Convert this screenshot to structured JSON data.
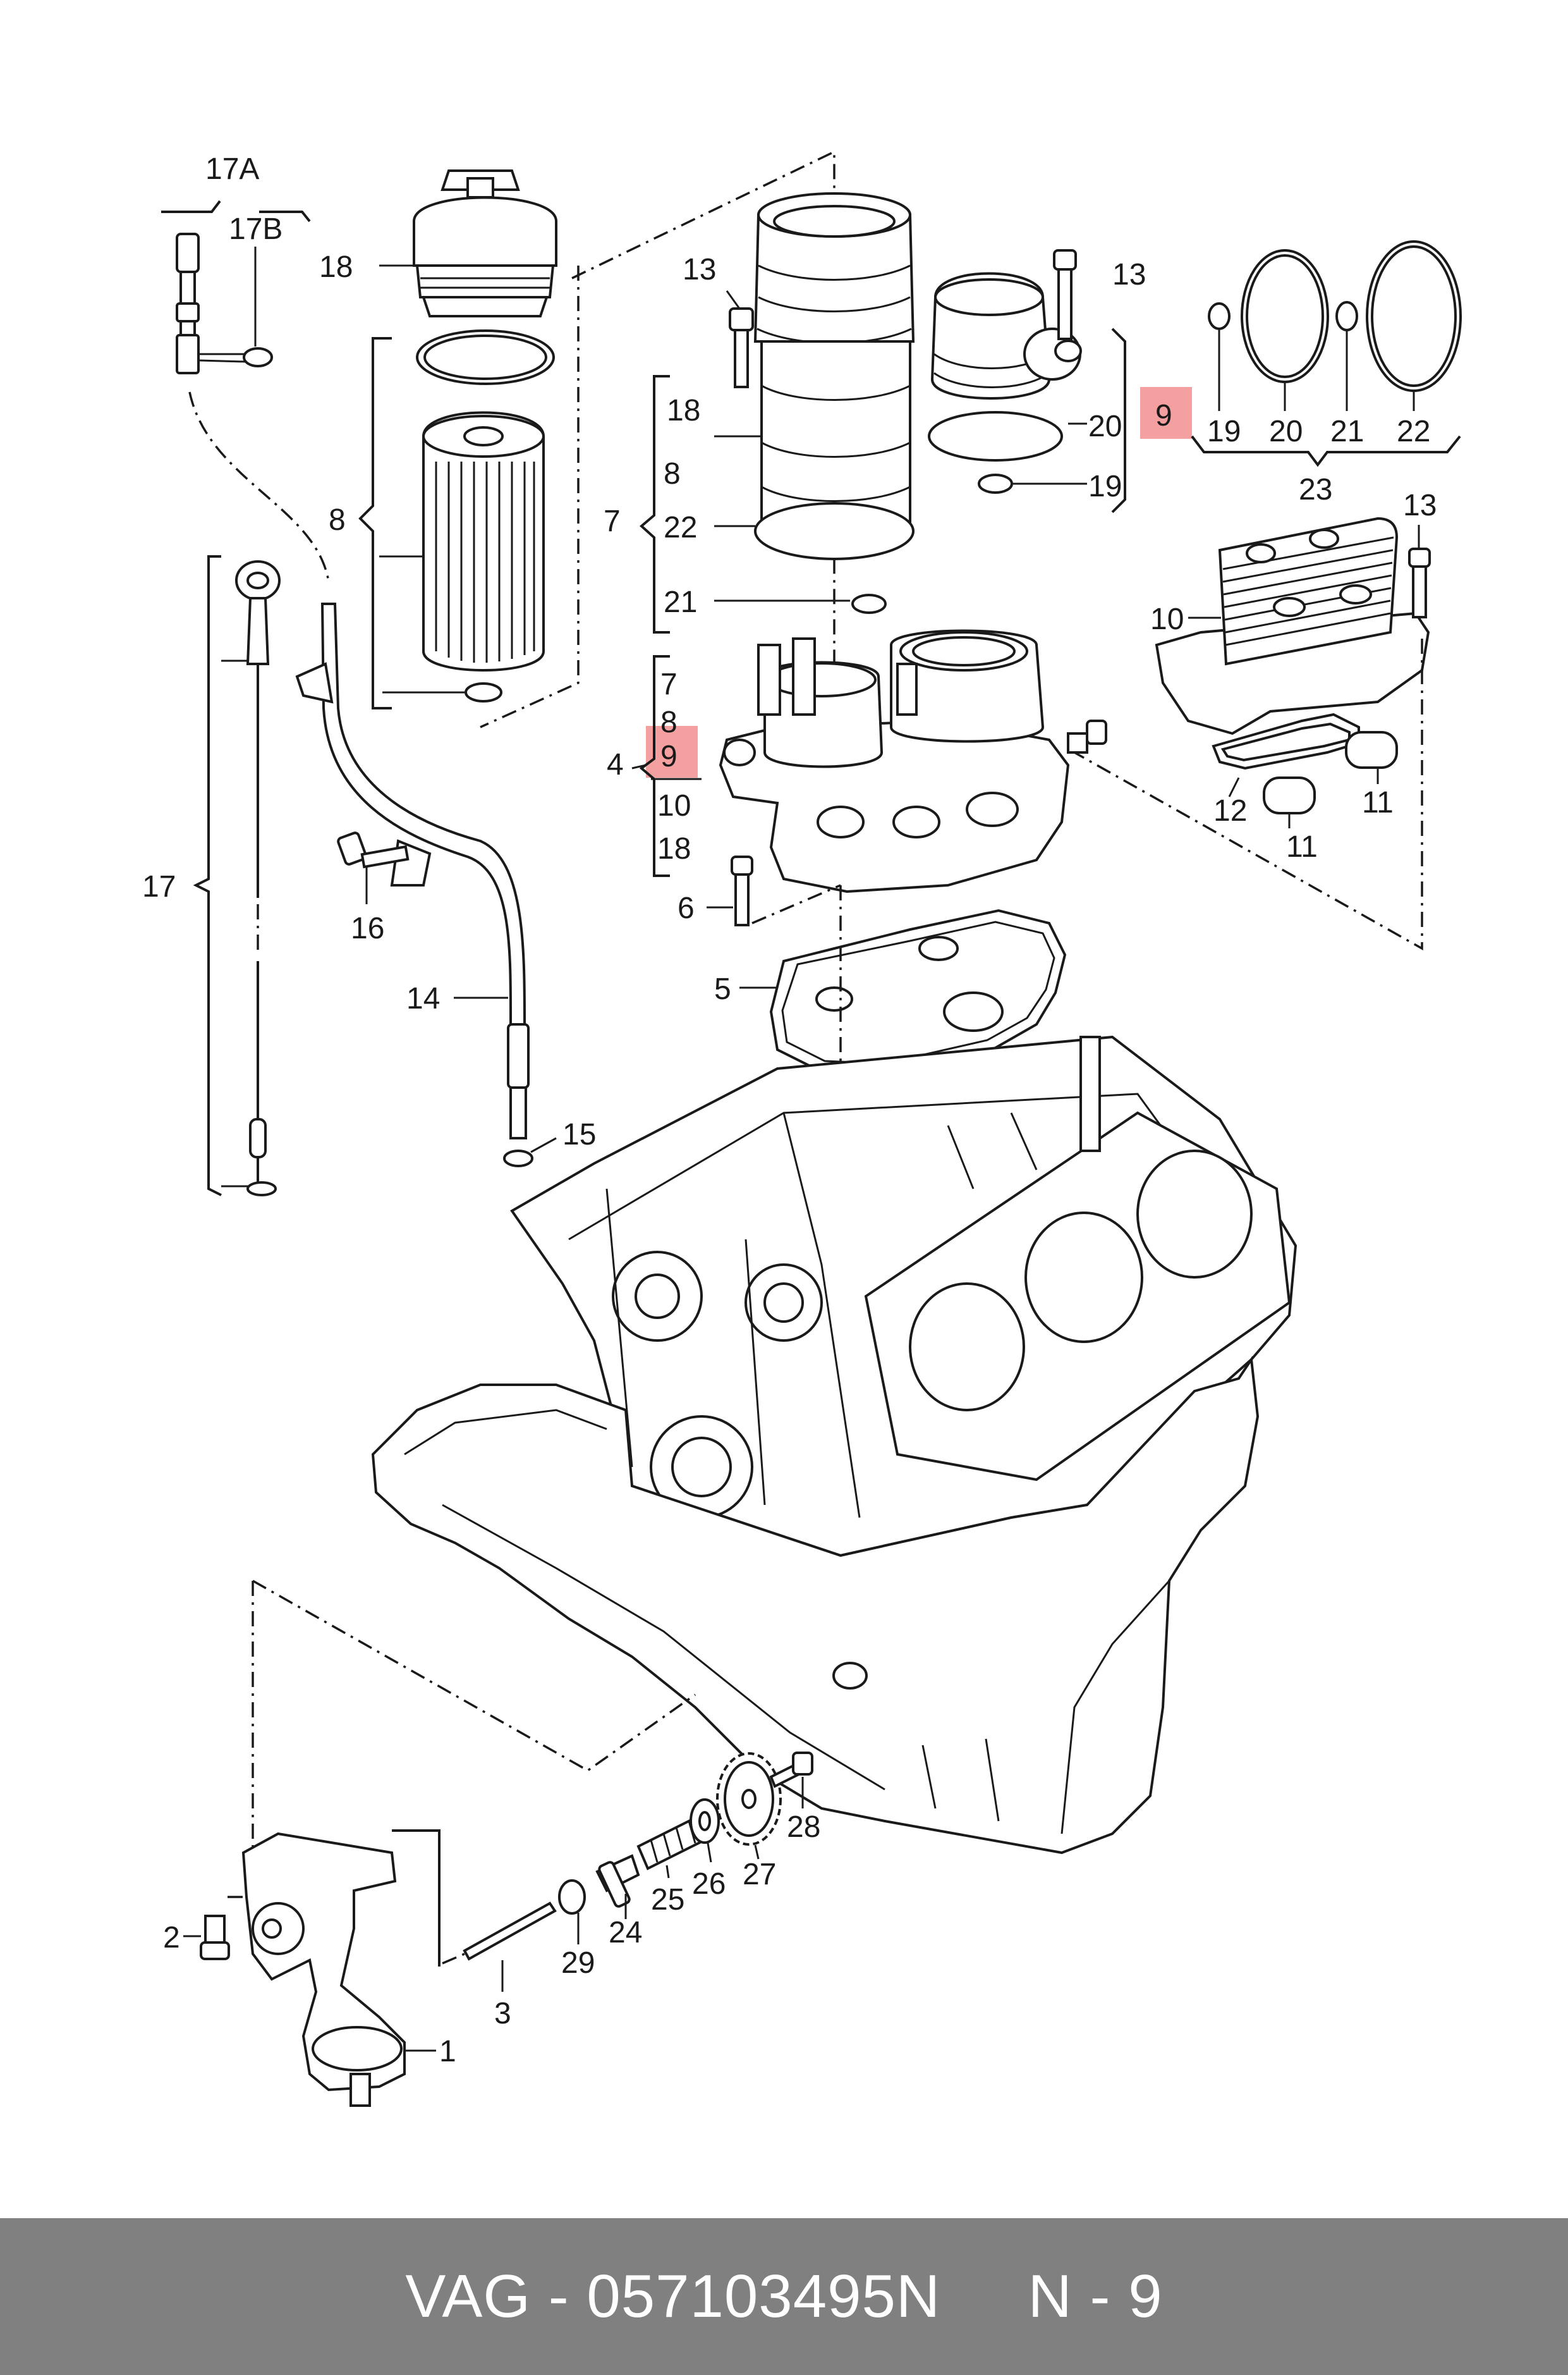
{
  "labels": {
    "l17A": "17A",
    "l17B": "17B",
    "l18a": "18",
    "l8a": "8",
    "l17": "17",
    "l16": "16",
    "l14": "14",
    "l15": "15",
    "l13a": "13",
    "l18b": "18",
    "l8b": "8",
    "l7a": "7",
    "l22a": "22",
    "l21a": "21",
    "l7b": "7",
    "l8c": "8",
    "l9a": "9",
    "l4": "4",
    "l10a": "10",
    "l18c": "18",
    "l6": "6",
    "l5": "5",
    "l13b": "13",
    "l20a": "20",
    "l19a": "19",
    "l9b": "9",
    "l19b": "19",
    "l20b": "20",
    "l21b": "21",
    "l22b": "22",
    "l23": "23",
    "l13c": "13",
    "l10b": "10",
    "l12": "12",
    "l11a": "11",
    "l11b": "11",
    "l2": "2",
    "l1": "1",
    "l3": "3",
    "l29": "29",
    "l24": "24",
    "l25": "25",
    "l26": "26",
    "l27": "27",
    "l28": "28"
  },
  "highlight_color": "#f4a0a0",
  "footer": {
    "text": "VAG - 057103495N     N - 9",
    "background": "#808080",
    "color": "#ffffff"
  }
}
